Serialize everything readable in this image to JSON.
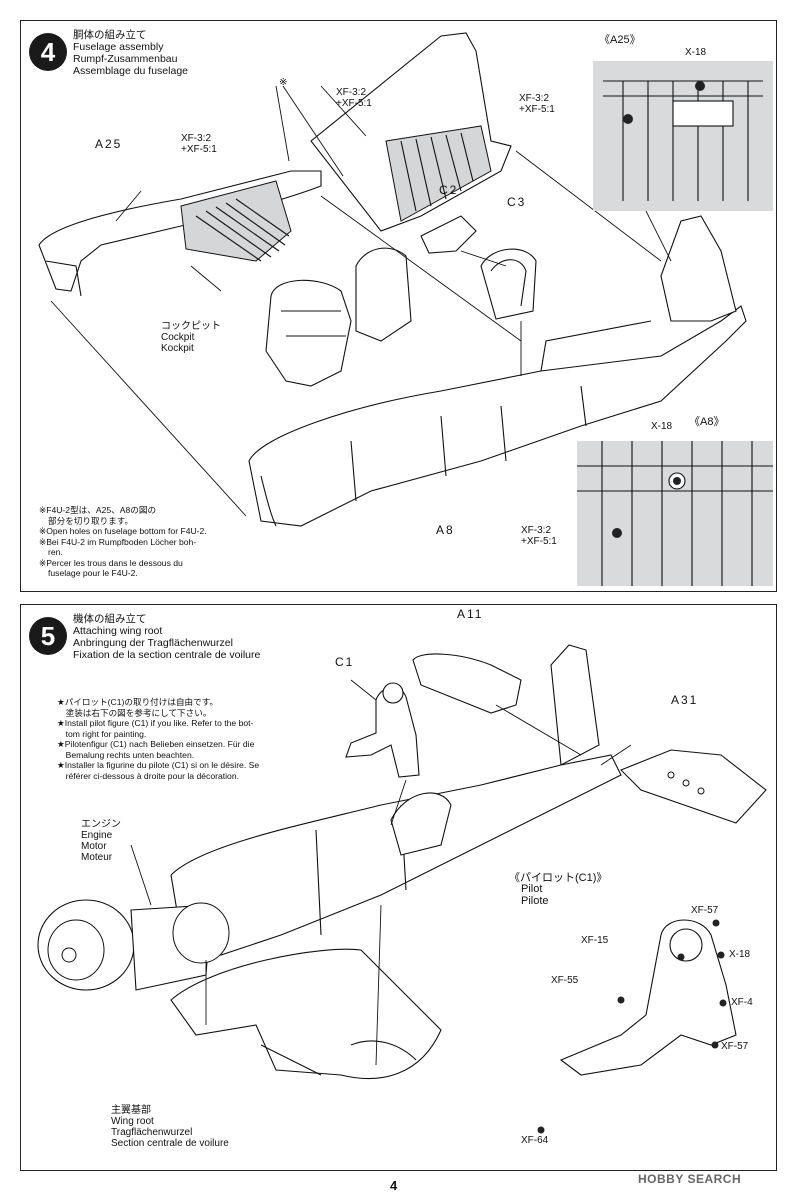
{
  "step4": {
    "number": "4",
    "title_jp": "胴体の組み立て",
    "title_en": "Fuselage assembly",
    "title_de": "Rumpf-Zusammenbau",
    "title_fr": "Assemblage du fuselage",
    "asterisk_mark": "※",
    "parts": {
      "a25": "A25",
      "c2": "C2",
      "c3": "C3",
      "a8": "A8"
    },
    "paint_left": "XF-3:2\n+XF-5:1",
    "paint_tail": "XF-3:2\n+XF-5:1",
    "cockpit_jp": "コックピット",
    "cockpit_en": "Cockpit",
    "cockpit_de": "Kockpit",
    "notes": [
      "※F4U-2型は、A25、A8の図の",
      "部分を切り取ります。",
      "※Open holes on fuselage bottom for F4U-2.",
      "※Bei F4U-2 im Rumpfboden Löcher boh-",
      "ren.",
      "※Percer les trous dans le dessous du",
      "fuselage pour le F4U-2."
    ],
    "inset_a25": {
      "caption": "《A25》",
      "x18": "X-18",
      "paint": "XF-3:2\n+XF-5:1"
    },
    "inset_a8": {
      "caption": "《A8》",
      "x18": "X-18",
      "paint": "XF-3:2\n+XF-5:1"
    }
  },
  "step5": {
    "number": "5",
    "title_jp": "機体の組み立て",
    "title_en": "Attaching wing root",
    "title_de": "Anbringung der Tragflächenwurzel",
    "title_fr": "Fixation de la section centrale de voilure",
    "parts": {
      "c1": "C1",
      "a11": "A11",
      "a31": "A31"
    },
    "notes": [
      "★パイロット(C1)の取り付けは自由です。",
      "　塗装は右下の図を参考にして下さい。",
      "★Install pilot figure (C1) if you like. Refer to the bot-",
      "　tom right for painting.",
      "★Pilotenfigur (C1) nach Belieben einsetzen. Für die",
      "　Bemalung rechts unten beachten.",
      "★Installer la figurine du pilote (C1) si on le désire. Se",
      "　référer ci-dessous à droite pour la décoration."
    ],
    "engine_jp": "エンジン",
    "engine_en": "Engine",
    "engine_de": "Motor",
    "engine_fr": "Moteur",
    "wingroot_jp": "主翼基部",
    "wingroot_en": "Wing root",
    "wingroot_de": "Tragflächenwurzel",
    "wingroot_fr": "Section centrale de voilure",
    "pilot_caption": "《パイロット(C1)》",
    "pilot_en": "Pilot",
    "pilot_fr": "Pilote",
    "pilot_paints": {
      "xf57_top": "XF-57",
      "xf15": "XF-15",
      "x18": "X-18",
      "xf55": "XF-55",
      "xf4": "XF-4",
      "xf57_bottom": "XF-57",
      "xf64": "XF-64"
    }
  },
  "page_number": "4",
  "watermark": "HOBBY SEARCH"
}
